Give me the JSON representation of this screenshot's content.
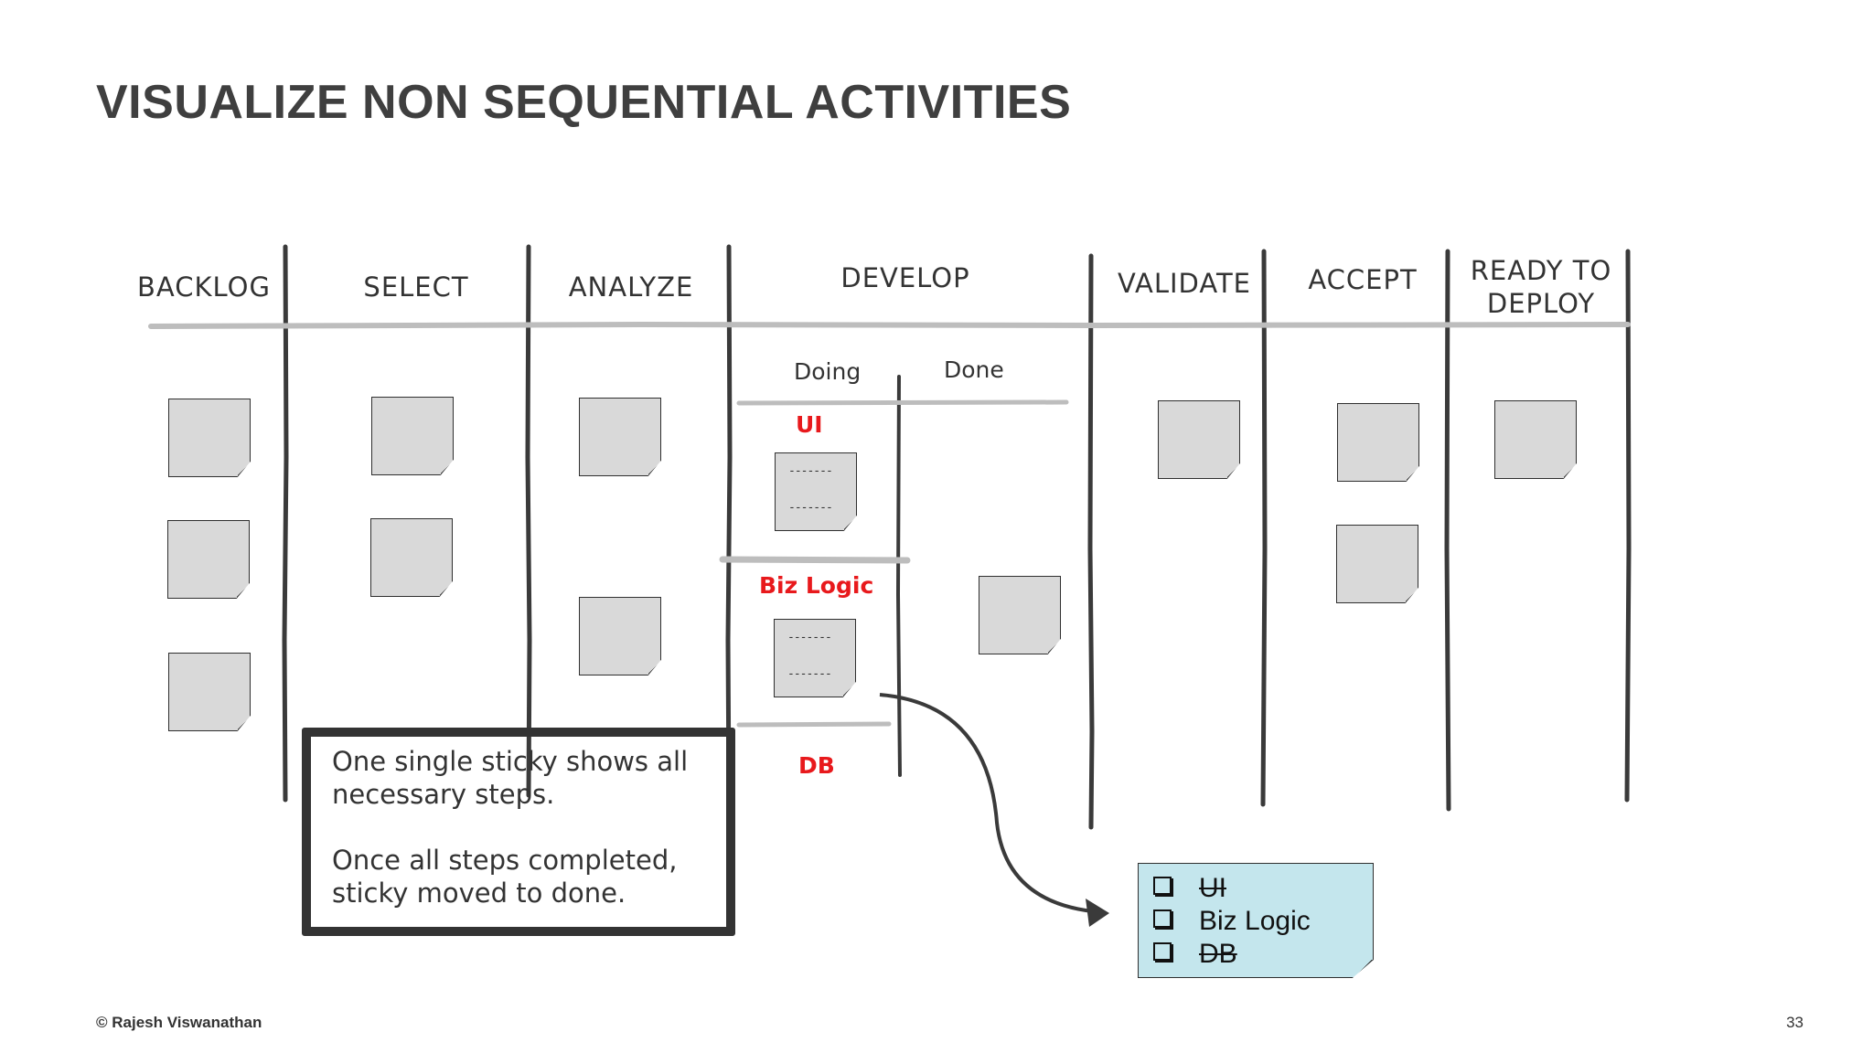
{
  "title": "VISUALIZE NON SEQUENTIAL ACTIVITIES",
  "columns": {
    "backlog": "BACKLOG",
    "select": "SELECT",
    "analyze": "ANALYZE",
    "develop": "DEVELOP",
    "validate": "VALIDATE",
    "accept": "ACCEPT",
    "ready_line1": "READY TO",
    "ready_line2": "DEPLOY"
  },
  "develop": {
    "doing": "Doing",
    "done": "Done",
    "steps": {
      "ui": "UI",
      "biz": "Biz Logic",
      "db": "DB"
    },
    "dash": "-------"
  },
  "callout": {
    "line1": "One single sticky shows all",
    "line2": "necessary steps.",
    "line3": "Once all steps completed,",
    "line4": "sticky moved to done."
  },
  "checklist": {
    "items": [
      {
        "label": "UI",
        "struck": true
      },
      {
        "label": "Biz Logic",
        "struck": false
      },
      {
        "label": "DB",
        "struck": true
      }
    ]
  },
  "footer": {
    "copyright": "© Rajesh Viswanathan",
    "page": "33"
  },
  "colors": {
    "text": "#333333",
    "sticky": "#d9d9d9",
    "checklist_sticky": "#c4e6ed",
    "step_label": "#e8191c",
    "board_line": "#3a3a3a",
    "divider": "#bdbdbd"
  }
}
